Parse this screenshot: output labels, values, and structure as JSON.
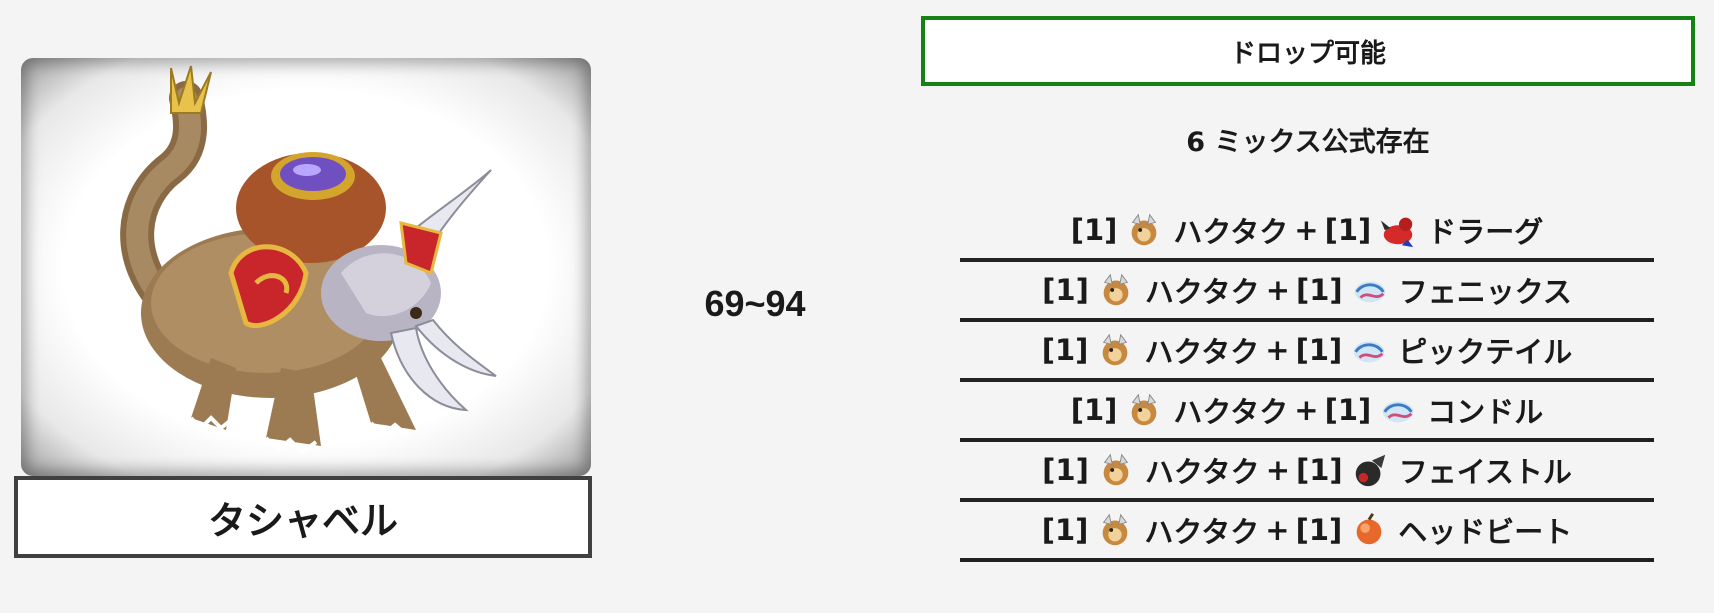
{
  "monster": {
    "name": "タシャベル",
    "image_icon": "tashaberu-portrait",
    "level_range": "69~94"
  },
  "drop_status": "ドロップ可能",
  "mix_summary": "6 ミックス公式存在",
  "recipes": [
    {
      "qty_a": "[1]",
      "icon_a": "hakutaku-icon",
      "name_a": "ハクタク",
      "plus": "+",
      "qty_b": "[1]",
      "icon_b": "drag-icon",
      "name_b": "ドラーグ"
    },
    {
      "qty_a": "[1]",
      "icon_a": "hakutaku-icon",
      "name_a": "ハクタク",
      "plus": "+",
      "qty_b": "[1]",
      "icon_b": "phoenix-icon",
      "name_b": "フェニックス"
    },
    {
      "qty_a": "[1]",
      "icon_a": "hakutaku-icon",
      "name_a": "ハクタク",
      "plus": "+",
      "qty_b": "[1]",
      "icon_b": "picktail-icon",
      "name_b": "ピックテイル"
    },
    {
      "qty_a": "[1]",
      "icon_a": "hakutaku-icon",
      "name_a": "ハクタク",
      "plus": "+",
      "qty_b": "[1]",
      "icon_b": "condor-icon",
      "name_b": "コンドル"
    },
    {
      "qty_a": "[1]",
      "icon_a": "hakutaku-icon",
      "name_a": "ハクタク",
      "plus": "+",
      "qty_b": "[1]",
      "icon_b": "faistle-icon",
      "name_b": "フェイストル"
    },
    {
      "qty_a": "[1]",
      "icon_a": "hakutaku-icon",
      "name_a": "ハクタク",
      "plus": "+",
      "qty_b": "[1]",
      "icon_b": "headbeat-icon",
      "name_b": "ヘッドビート"
    }
  ],
  "colors": {
    "drop_border": "#168216",
    "name_border": "#404040",
    "row_rule": "#222222",
    "background": "#f4f4f4"
  }
}
